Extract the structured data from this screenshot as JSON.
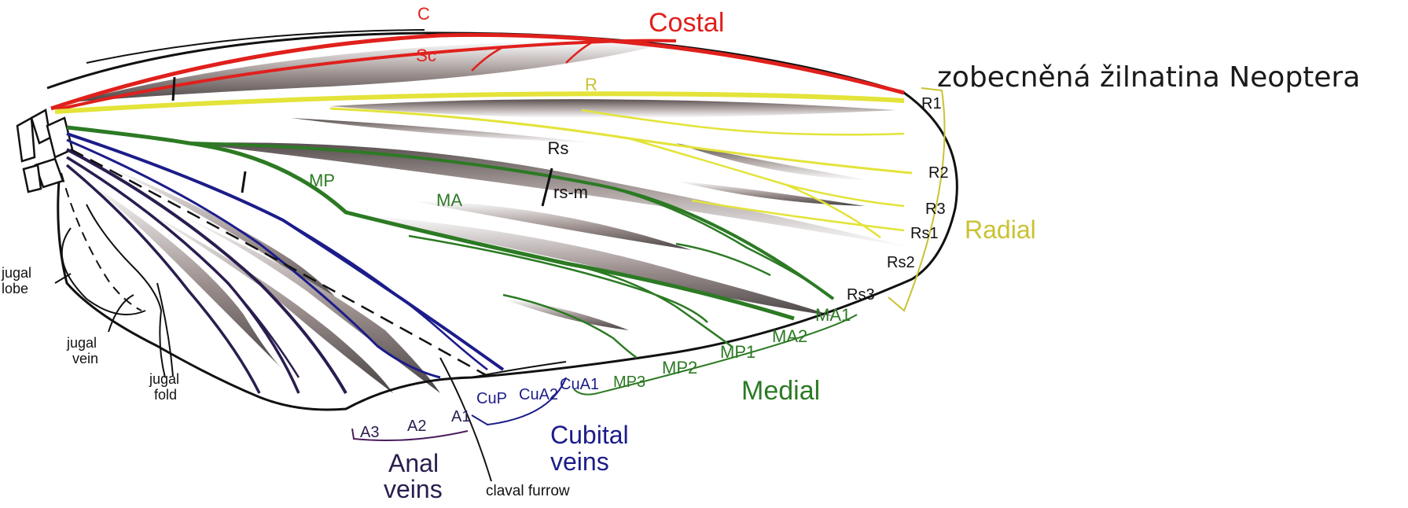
{
  "caption": "zobecněná žilnatina Neoptera",
  "colors": {
    "costal": "#e0201c",
    "radial": "#e3e33a",
    "radial_text": "#c9c233",
    "medial": "#2c7a24",
    "cubital": "#1c1c8a",
    "anal": "#4b1d5c",
    "outline": "#111111"
  },
  "labels": {
    "c": "C",
    "sc": "Sc",
    "costal": "Costal",
    "r": "R",
    "rs": "Rs",
    "rs_m": "rs-m",
    "mp": "MP",
    "ma": "MA",
    "r1": "R1",
    "r2": "R2",
    "r3": "R3",
    "rs1": "Rs1",
    "rs2": "Rs2",
    "rs3": "Rs3",
    "radial": "Radial",
    "ma1": "MA1",
    "ma2": "MA2",
    "mp1": "MP1",
    "mp2": "MP2",
    "mp3": "MP3",
    "medial": "Medial",
    "cup": "CuP",
    "cua2": "CuA2",
    "cua1": "CuA1",
    "cubital_1": "Cubital",
    "cubital_2": "veins",
    "a1": "A1",
    "a2": "A2",
    "a3": "A3",
    "anal_1": "Anal",
    "anal_2": "veins",
    "claval_furrow": "claval furrow",
    "jugal_lobe_1": "jugal",
    "jugal_lobe_2": "lobe",
    "jugal_vein_1": "jugal",
    "jugal_vein_2": "vein",
    "jugal_fold_1": "jugal",
    "jugal_fold_2": "fold"
  }
}
